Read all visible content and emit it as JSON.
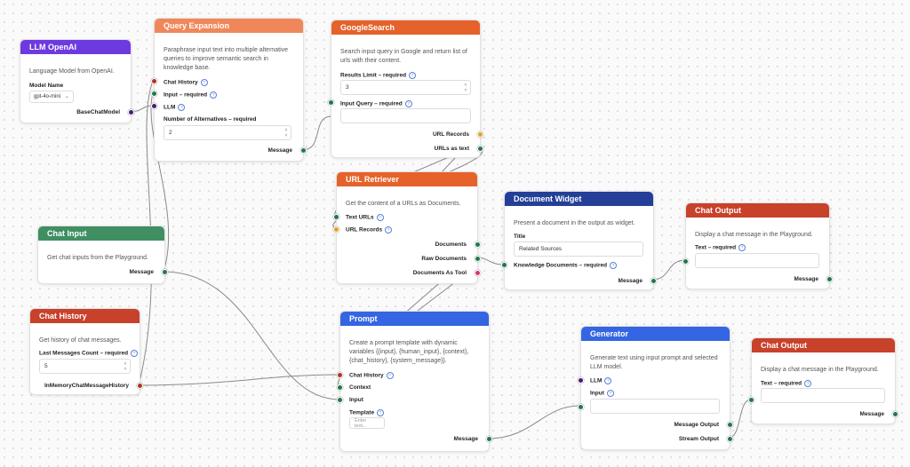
{
  "colors": {
    "purple": "#6d3ae0",
    "orange_light": "#f0875a",
    "orange": "#e5622a",
    "green": "#3f8f63",
    "red": "#c8412b",
    "blue": "#3465e2",
    "navy": "#243f98",
    "port_green": "#1f7a4c",
    "port_red": "#b3341f",
    "port_purple": "#4a1a7a",
    "port_yellow": "#e8a21a",
    "port_pink": "#d6357a"
  },
  "nodes": {
    "llm_openai": {
      "title": "LLM OpenAI",
      "description": "Language Model from OpenAI.",
      "model_label": "Model Name",
      "model_value": "gpt-4o-mini",
      "output": "BaseChatModel"
    },
    "query_expansion": {
      "title": "Query Expansion",
      "description": "Paraphrase input text into multiple alternative queries to improve semantic search in knowledge base.",
      "chat_history": "Chat History",
      "input": "Input – required",
      "llm": "LLM",
      "alternatives_label": "Number of Alternatives – required",
      "alternatives_value": "2",
      "output": "Message"
    },
    "google_search": {
      "title": "GoogleSearch",
      "description": "Search input query in Google and return list of urls with their content.",
      "results_label": "Results Limit – required",
      "results_value": "3",
      "query_label": "Input Query – required",
      "query_value": "",
      "out_records": "URL Records",
      "out_text": "URLs as text"
    },
    "url_retriever": {
      "title": "URL Retriever",
      "description": "Get the content of a URLs as Documents.",
      "text_urls": "Text URLs",
      "url_records": "URL Records",
      "out_docs": "Documents",
      "out_raw": "Raw Documents",
      "out_tool": "Documents As Tool"
    },
    "document_widget": {
      "title": "Document Widget",
      "description": "Present a document in the output as widget.",
      "title_label": "Title",
      "title_value": "Related Sources",
      "knowledge": "Knowledge Documents – required",
      "output": "Message"
    },
    "chat_output_1": {
      "title": "Chat Output",
      "description": "Display a chat message in the Playground.",
      "text_label": "Text – required",
      "text_value": "",
      "output": "Message"
    },
    "chat_input": {
      "title": "Chat Input",
      "description": "Get chat inputs from the Playground.",
      "output": "Message"
    },
    "chat_history": {
      "title": "Chat History",
      "description": "Get history of chat messages.",
      "count_label": "Last Messages Count – required",
      "count_value": "5",
      "output": "InMemoryChatMessageHistory"
    },
    "prompt": {
      "title": "Prompt",
      "description": "Create a prompt template with dynamic variables {{input}, {human_input}, {context}, {chat_history}, {system_message}}.",
      "chat_history": "Chat History",
      "context": "Context",
      "input": "Input",
      "template_label": "Template",
      "template_placeholder": "Enter text...",
      "output": "Message"
    },
    "generator": {
      "title": "Generator",
      "description": "Generate text using input prompt and selected LLM model.",
      "llm": "LLM",
      "input": "Input",
      "input_value": "",
      "out_message": "Message Output",
      "out_stream": "Stream Output"
    },
    "chat_output_2": {
      "title": "Chat Output",
      "description": "Display a chat message in the Playground.",
      "text_label": "Text – required",
      "text_value": "",
      "output": "Message"
    }
  }
}
